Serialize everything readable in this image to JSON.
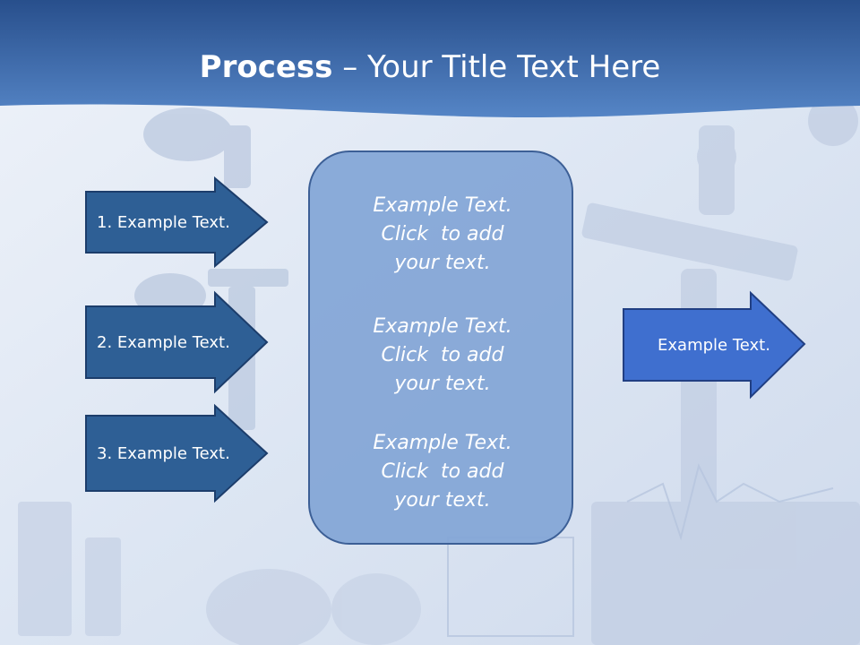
{
  "slide": {
    "title_bold": "Process",
    "title_separator": " – ",
    "title_rest": "Your Title Text Here"
  },
  "left_arrows": [
    {
      "label": "1. Example Text."
    },
    {
      "label": "2. Example Text."
    },
    {
      "label": "3. Example Text."
    }
  ],
  "center_box": {
    "paragraphs": [
      {
        "lines": [
          "Example Text.",
          "Click  to add",
          "your text."
        ]
      },
      {
        "lines": [
          "Example Text.",
          "Click  to add",
          "your text."
        ]
      },
      {
        "lines": [
          "Example Text.",
          "Click  to add",
          "your text."
        ]
      }
    ]
  },
  "right_arrow": {
    "label": "Example Text."
  },
  "colors": {
    "header_top": "#2b5390",
    "header_bottom": "#4f7fc0",
    "left_arrow_fill": "#2e5f95",
    "left_arrow_stroke": "#1c3d6b",
    "center_box_fill": "#82a5d6",
    "right_arrow_fill": "#3f6fcf",
    "right_arrow_stroke": "#213f83",
    "text": "#ffffff"
  }
}
